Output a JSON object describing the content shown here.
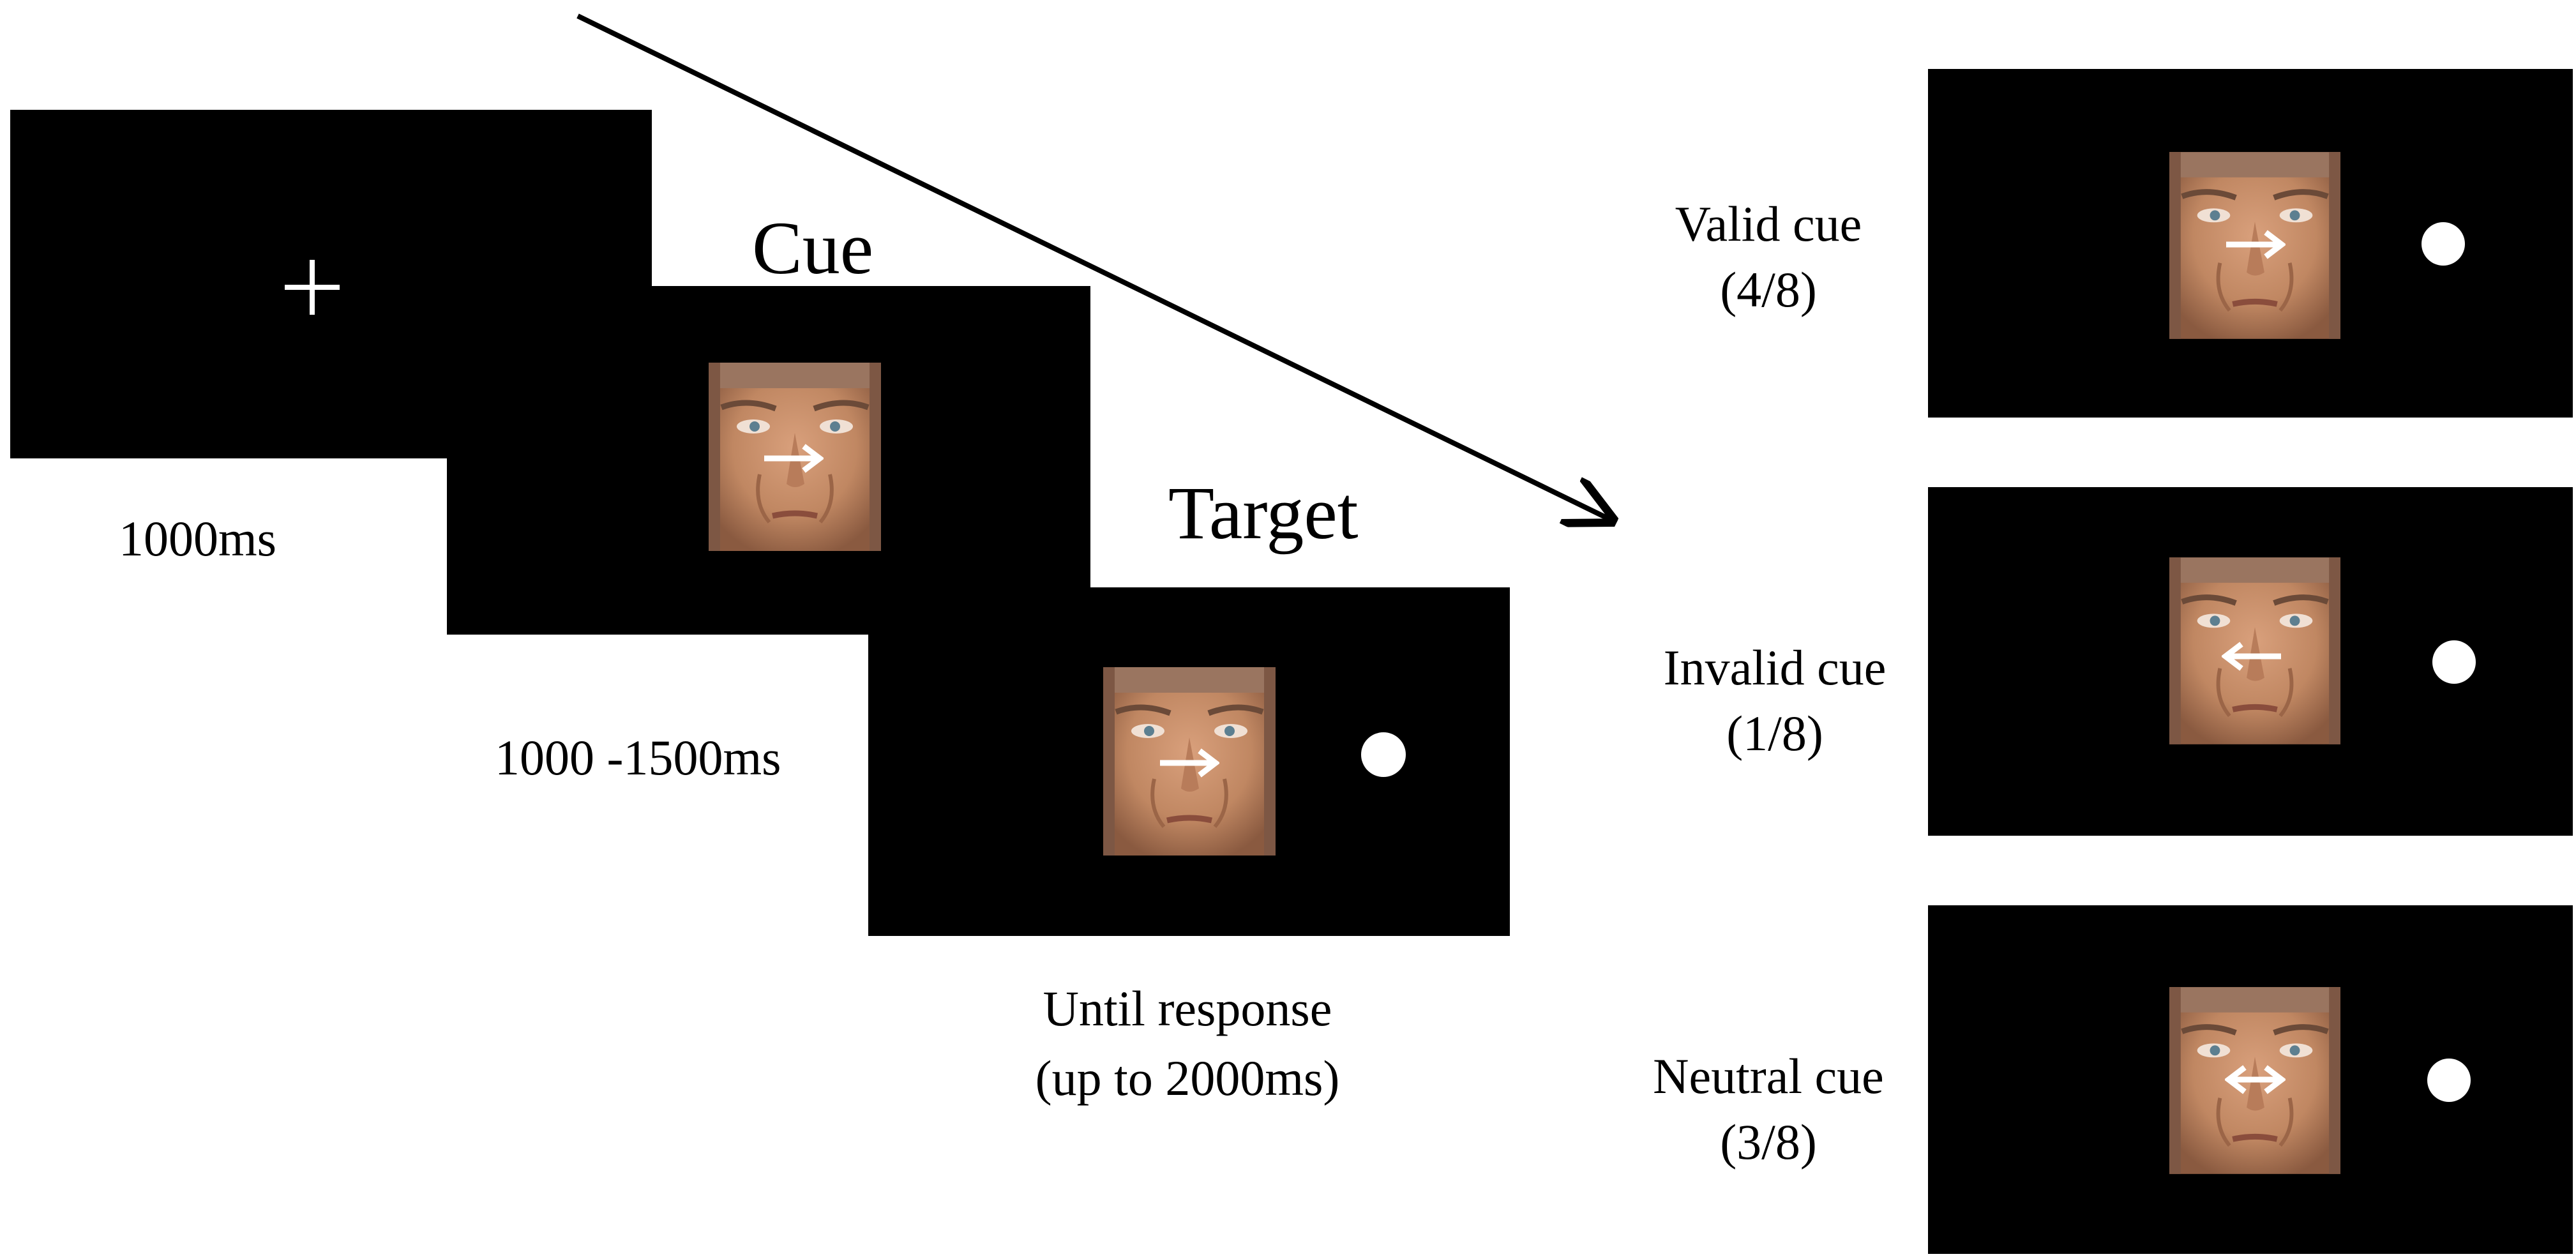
{
  "stages": {
    "fixation": {
      "duration": "1000ms"
    },
    "cue": {
      "title": "Cue",
      "duration": "1000 -1500ms"
    },
    "target": {
      "title": "Target",
      "duration_line1": "Until response",
      "duration_line2": "(up to 2000ms)"
    }
  },
  "conditions": [
    {
      "label": "Valid cue",
      "proportion": "(4/8)",
      "arrow": "right"
    },
    {
      "label": "Invalid cue",
      "proportion": "(1/8)",
      "arrow": "left"
    },
    {
      "label": "Neutral cue",
      "proportion": "(3/8)",
      "arrow": "both"
    }
  ],
  "colors": {
    "screen": "#000000",
    "stimulus": "#ffffff",
    "background": "#ffffff"
  },
  "icons": {
    "fixation": "plus-cross-icon",
    "cue_arrow": "arrow-icon",
    "target": "white-dot-icon",
    "face": "face-photo-icon"
  }
}
